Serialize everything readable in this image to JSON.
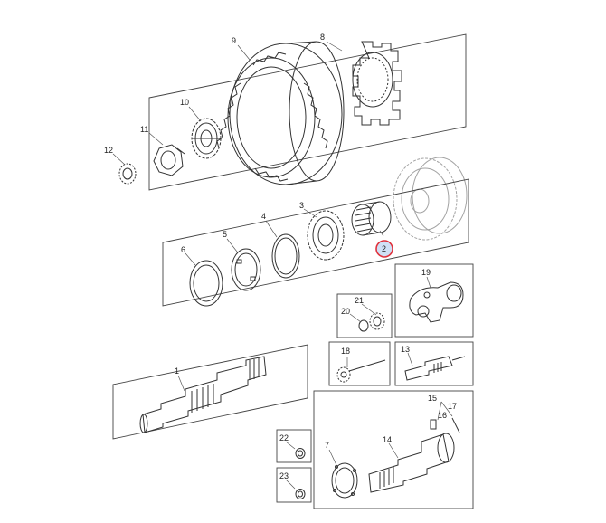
{
  "callouts": {
    "c1": "1",
    "c2": "2",
    "c3": "3",
    "c4": "4",
    "c5": "5",
    "c6": "6",
    "c7": "7",
    "c8": "8",
    "c9": "9",
    "c10": "10",
    "c11": "11",
    "c12": "12",
    "c13": "13",
    "c14": "14",
    "c15": "15",
    "c16": "16",
    "c17": "17",
    "c18": "18",
    "c19": "19",
    "c20": "20",
    "c21": "21",
    "c22": "22",
    "c23": "23"
  },
  "colors": {
    "highlight": "#e0323c",
    "highlight_fill": "#cfe0f5",
    "line": "#333333"
  }
}
